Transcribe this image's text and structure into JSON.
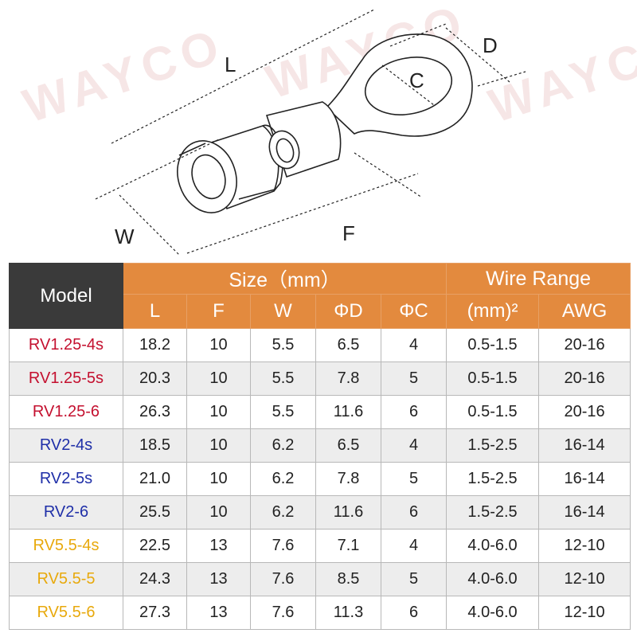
{
  "watermark": "WAYCO",
  "drawing": {
    "labels": {
      "L": "L",
      "D": "D",
      "C": "C",
      "W": "W",
      "F": "F"
    }
  },
  "colors": {
    "red": "#c4102f",
    "blue": "#1f2fa8",
    "yellow": "#e8a90c",
    "header": "#e38a3e",
    "model_header": "#3a3a3a"
  },
  "table": {
    "model_header": "Model",
    "size_header": "Size（mm）",
    "wire_header": "Wire Range",
    "columns": [
      "L",
      "F",
      "W",
      "ΦD",
      "ΦC",
      "(mm)²",
      "AWG"
    ],
    "rows": [
      {
        "model": "RV1.25-4s",
        "color": "red",
        "cells": [
          "18.2",
          "10",
          "5.5",
          "6.5",
          "4",
          "0.5-1.5",
          "20-16"
        ]
      },
      {
        "model": "RV1.25-5s",
        "color": "red",
        "cells": [
          "20.3",
          "10",
          "5.5",
          "7.8",
          "5",
          "0.5-1.5",
          "20-16"
        ]
      },
      {
        "model": "RV1.25-6",
        "color": "red",
        "cells": [
          "26.3",
          "10",
          "5.5",
          "11.6",
          "6",
          "0.5-1.5",
          "20-16"
        ]
      },
      {
        "model": "RV2-4s",
        "color": "blue",
        "cells": [
          "18.5",
          "10",
          "6.2",
          "6.5",
          "4",
          "1.5-2.5",
          "16-14"
        ]
      },
      {
        "model": "RV2-5s",
        "color": "blue",
        "cells": [
          "21.0",
          "10",
          "6.2",
          "7.8",
          "5",
          "1.5-2.5",
          "16-14"
        ]
      },
      {
        "model": "RV2-6",
        "color": "blue",
        "cells": [
          "25.5",
          "10",
          "6.2",
          "11.6",
          "6",
          "1.5-2.5",
          "16-14"
        ]
      },
      {
        "model": "RV5.5-4s",
        "color": "yellow",
        "cells": [
          "22.5",
          "13",
          "7.6",
          "7.1",
          "4",
          "4.0-6.0",
          "12-10"
        ]
      },
      {
        "model": "RV5.5-5",
        "color": "yellow",
        "cells": [
          "24.3",
          "13",
          "7.6",
          "8.5",
          "5",
          "4.0-6.0",
          "12-10"
        ]
      },
      {
        "model": "RV5.5-6",
        "color": "yellow",
        "cells": [
          "27.3",
          "13",
          "7.6",
          "11.3",
          "6",
          "4.0-6.0",
          "12-10"
        ]
      }
    ]
  }
}
